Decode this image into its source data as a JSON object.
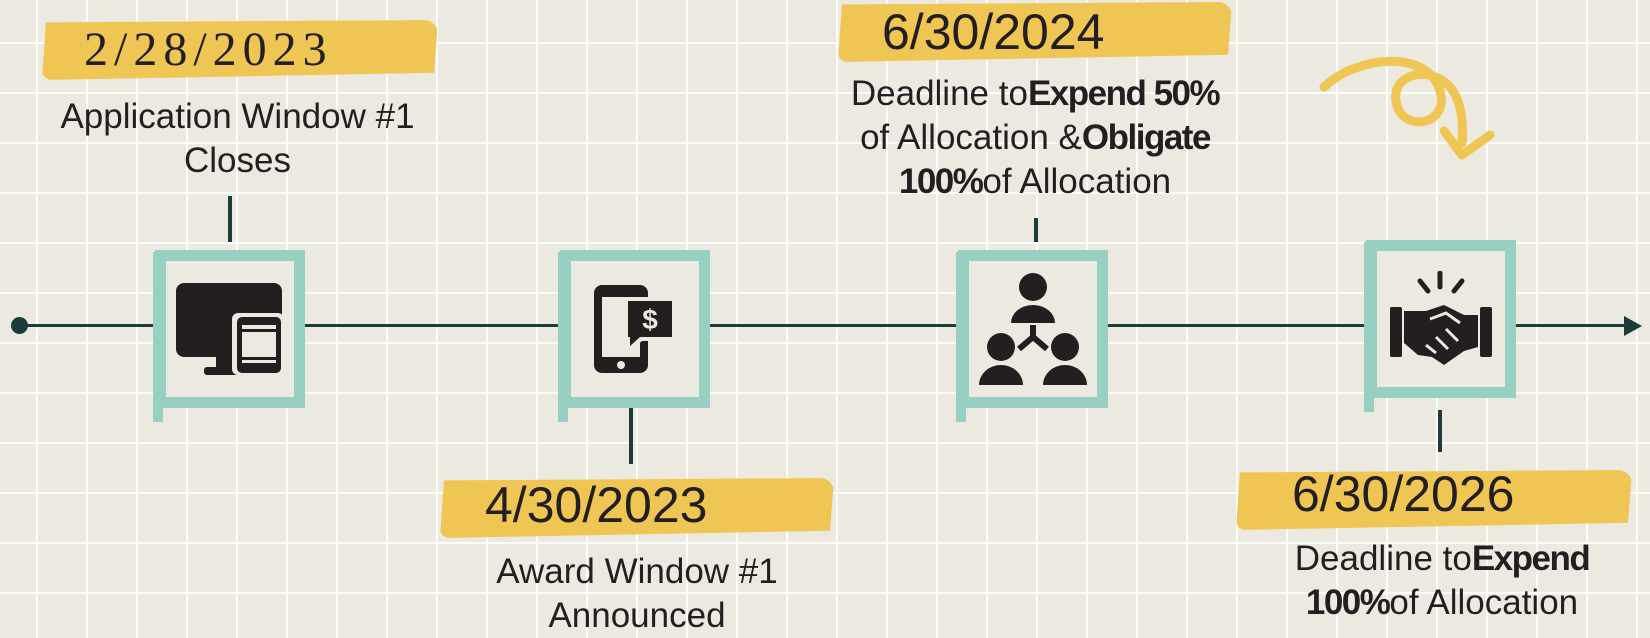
{
  "colors": {
    "background": "#ece9e1",
    "grid": "#ffffff",
    "frame": "#98cfc3",
    "banner": "#efc654",
    "axis": "#1d3b3a",
    "ink": "#231f20"
  },
  "milestones": [
    {
      "date": "2/28/2023",
      "icon": "computer-devices-icon",
      "label_lines": [
        [
          {
            "text": "Application Window #1",
            "bold": false
          }
        ],
        [
          {
            "text": "Closes",
            "bold": false
          }
        ]
      ]
    },
    {
      "date": "4/30/2023",
      "icon": "mobile-payment-icon",
      "label_lines": [
        [
          {
            "text": "Award Window #1",
            "bold": false
          }
        ],
        [
          {
            "text": "Announced",
            "bold": false
          }
        ]
      ]
    },
    {
      "date": "6/30/2024",
      "icon": "team-hierarchy-icon",
      "label_lines": [
        [
          {
            "text": "Deadline to",
            "bold": false
          },
          {
            "text": "Expend 50%",
            "bold": true
          }
        ],
        [
          {
            "text": "of Allocation &",
            "bold": false
          },
          {
            "text": "Obligate",
            "bold": true
          }
        ],
        [
          {
            "text": "100%",
            "bold": true
          },
          {
            "text": "of Allocation",
            "bold": false
          }
        ]
      ]
    },
    {
      "date": "6/30/2026",
      "icon": "handshake-icon",
      "label_lines": [
        [
          {
            "text": "Deadline to",
            "bold": false
          },
          {
            "text": "Expend",
            "bold": true
          }
        ],
        [
          {
            "text": "100%",
            "bold": true
          },
          {
            "text": "of Allocation",
            "bold": false
          }
        ]
      ]
    }
  ],
  "decoration": {
    "icon": "curly-arrow-icon"
  }
}
